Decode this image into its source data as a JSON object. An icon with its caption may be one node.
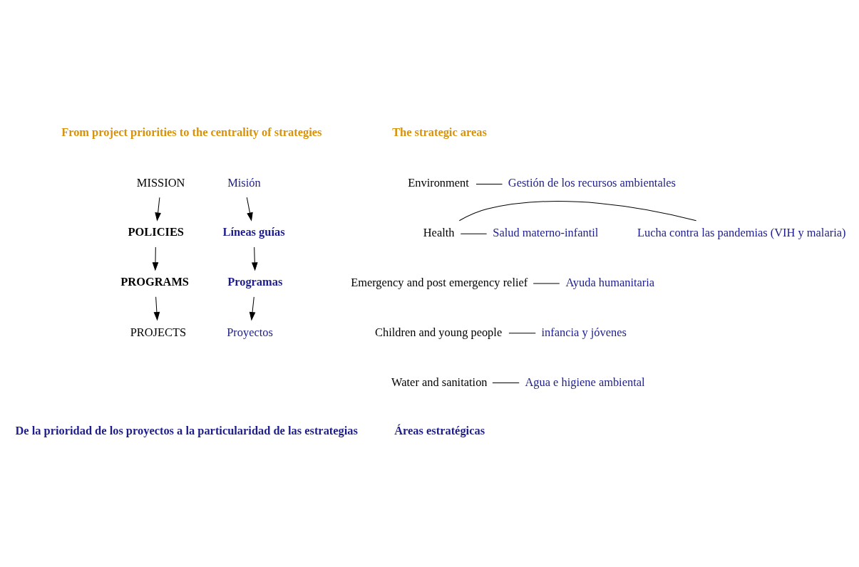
{
  "diagram": {
    "nodes": [
      {
        "text": [
          "Environment"
        ]
      },
      {
        "text": [
          "Gestión de los recursos ambientales"
        ]
      },
      {
        "text": [
          "Health"
        ]
      },
      {
        "text": [
          "Lucha contra las pandemias (VIH y malaria)"
        ]
      },
      {
        "text": [
          "Salud materno-infantil"
        ]
      },
      {
        "text": [
          "Emergency and post emergency relief"
        ]
      },
      {
        "text": [
          "Ayuda humanitaria"
        ]
      },
      {
        "text": [
          "Children and young people"
        ]
      },
      {
        "text": [
          "infancia y jóvenes"
        ]
      },
      {
        "text": [
          "Water and sanitation"
        ]
      },
      {
        "text": [
          "Agua e higiene ambiental"
        ]
      },
      {
        "text": [
          "MISSION"
        ]
      },
      {
        "text": [
          "Misión"
        ]
      },
      {
        "text": [
          "POLICIES"
        ]
      },
      {
        "text": [
          "Líneas guías"
        ]
      },
      {
        "text": [
          "PROGRAMS"
        ]
      },
      {
        "text": [
          "Programas"
        ]
      },
      {
        "text": [
          "PROJECTS"
        ]
      },
      {
        "text": [
          "Proyectos"
        ]
      }
    ],
    "edges": [
      {
        "from": 0,
        "to": 1,
        "arrow": "none"
      },
      {
        "from": 2,
        "to": 3,
        "arrow": "none"
      },
      {
        "from": 2,
        "to": 4,
        "arrow": "none"
      },
      {
        "from": 5,
        "to": 6,
        "arrow": "none"
      },
      {
        "from": 7,
        "to": 8,
        "arrow": "none"
      },
      {
        "from": 9,
        "to": 10,
        "arrow": "none"
      },
      {
        "from": 11,
        "to": 13,
        "arrow": "to"
      },
      {
        "from": 13,
        "to": 15,
        "arrow": "to"
      },
      {
        "from": 15,
        "to": 17,
        "arrow": "to"
      },
      {
        "from": 12,
        "to": 14,
        "arrow": "to"
      },
      {
        "from": 14,
        "to": 16,
        "arrow": "to"
      },
      {
        "from": 16,
        "to": 18,
        "arrow": "to"
      }
    ],
    "labels": [
      "The strategic areas",
      "From project priorities to the centrality of strategies",
      "Áreas estratégicas",
      "De la prioridad de los proyectos a la particularidad de las estrategias"
    ]
  }
}
